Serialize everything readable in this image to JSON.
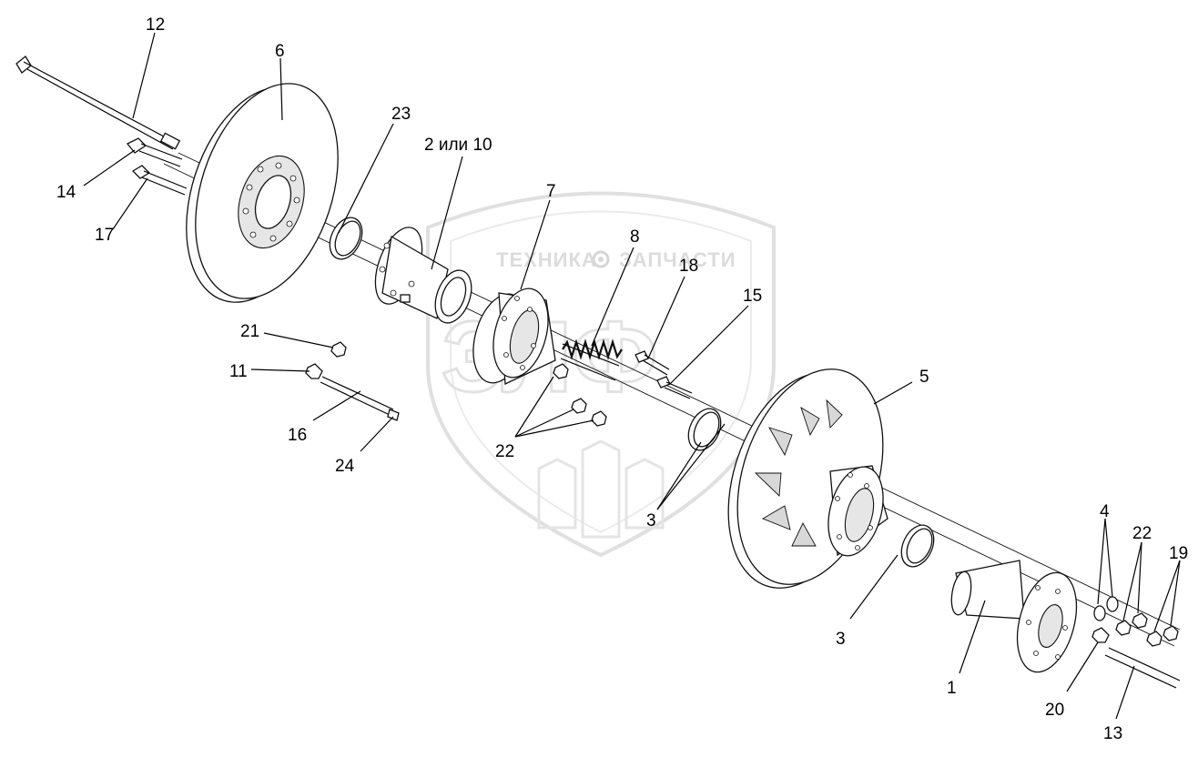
{
  "watermark": {
    "left_word": "ТЕХНИКА",
    "right_word": "ЗАПЧАСТИ",
    "monogram": "ЗЛФ",
    "colors": {
      "outline": "#e2e2e2",
      "text": "#dcdcdc"
    },
    "icon": "gear-icon"
  },
  "callouts": {
    "c12": "12",
    "c6": "6",
    "c14": "14",
    "c17": "17",
    "c23": "23",
    "c2_10": "2 или 10",
    "c7": "7",
    "c8": "8",
    "c18": "18",
    "c15": "15",
    "c21": "21",
    "c11": "11",
    "c16": "16",
    "c24": "24",
    "c22a": "22",
    "c3a": "3",
    "c5": "5",
    "c3b": "3",
    "c1": "1",
    "c4": "4",
    "c22b": "22",
    "c19": "19",
    "c20": "20",
    "c13": "13"
  }
}
